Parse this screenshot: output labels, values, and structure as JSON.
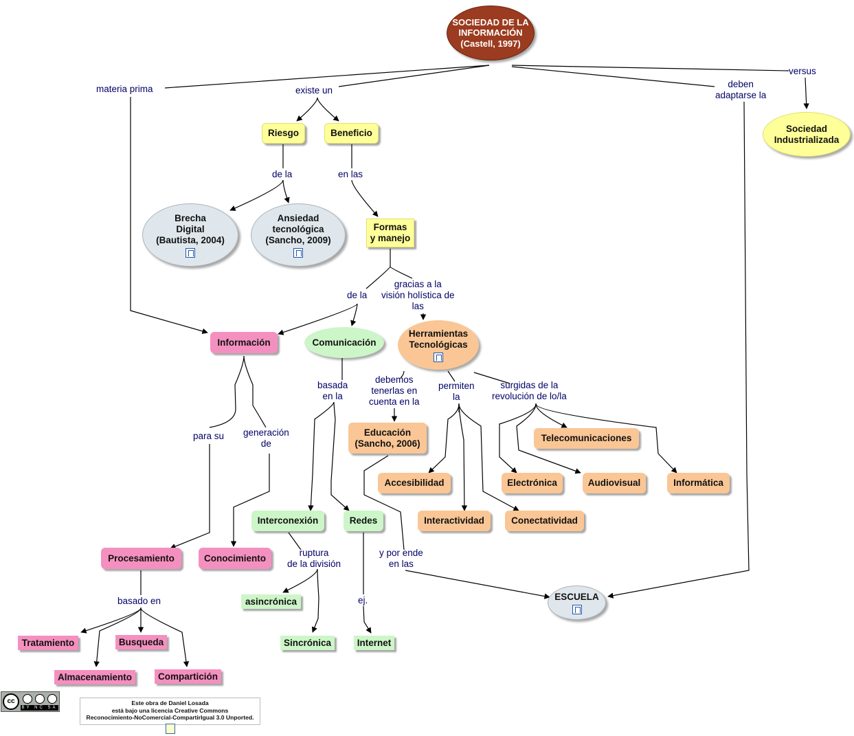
{
  "root": {
    "line1": "SOCIEDAD DE LA",
    "line2": "INFORMACIÓN",
    "line3": "(Castell, 1997)"
  },
  "labels": {
    "materia_prima": "materia prima",
    "existe_un": "existe un",
    "deben_adaptarse": "deben\nadaptarse la",
    "versus": "versus",
    "de_la_1": "de la",
    "en_las": "en las",
    "de_la_2": "de la",
    "gracias": "gracias a la\nvisión holística de\nlas",
    "para_su": "para su",
    "generacion_de": "generación\nde",
    "basada_en_la": "basada\nen la",
    "debemos": "debemos\ntenerlas en\ncuenta en la",
    "permiten_la": "permiten\nla",
    "surgidas": "surgidas de la\nrevolución de lo/la",
    "ruptura": "ruptura\nde la división",
    "y_por_ende": "y por ende\nen las",
    "basado_en": "basado en",
    "ej": "ej."
  },
  "nodes": {
    "riesgo": "Riesgo",
    "beneficio": "Beneficio",
    "sociedad_industrializada": "Sociedad\nIndustrializada",
    "brecha_digital": "Brecha\nDigital\n(Bautista, 2004)",
    "ansiedad": "Ansiedad\ntecnológica\n(Sancho, 2009)",
    "formas": "Formas\ny manejo",
    "informacion": "Información",
    "comunicacion": "Comunicación",
    "herramientas": "Herramientas\nTecnológicas",
    "educacion": "Educación\n(Sancho, 2006)",
    "telecomunicaciones": "Telecomunicaciones",
    "accesibilidad": "Accesibilidad",
    "electronica": "Electrónica",
    "audiovisual": "Audiovisual",
    "informatica": "Informática",
    "interactividad": "Interactividad",
    "conectatividad": "Conectatividad",
    "interconexion": "Interconexión",
    "redes": "Redes",
    "procesamiento": "Procesamiento",
    "conocimiento": "Conocimiento",
    "asincronica": "asincrónica",
    "sincronica": "Sincrónica",
    "internet": "Internet",
    "escuela": "ESCUELA",
    "tratamiento": "Tratamiento",
    "busqueda": "Busqueda",
    "almacenamiento": "Almacenamiento",
    "comparticion": "Compartición"
  },
  "icons": {
    "submap": "concept-map-icon",
    "license": "license-doc-icon",
    "cc": "cc-by-nc-sa-badge"
  },
  "license": {
    "line1": "Este obra de Daniel Losada",
    "line2": "está bajo una licencia Creative Commons",
    "line3": "Reconocimiento-NoComercial-CompartirIgual 3.0 Unported.",
    "badge": "BY NC SA"
  },
  "colors": {
    "root": "#9b3b1f",
    "yellow": "#ffff99",
    "pink": "#f490bf",
    "green": "#ccf5c8",
    "orange": "#fac695",
    "grey": "#dfe7ec",
    "label": "#000066"
  }
}
